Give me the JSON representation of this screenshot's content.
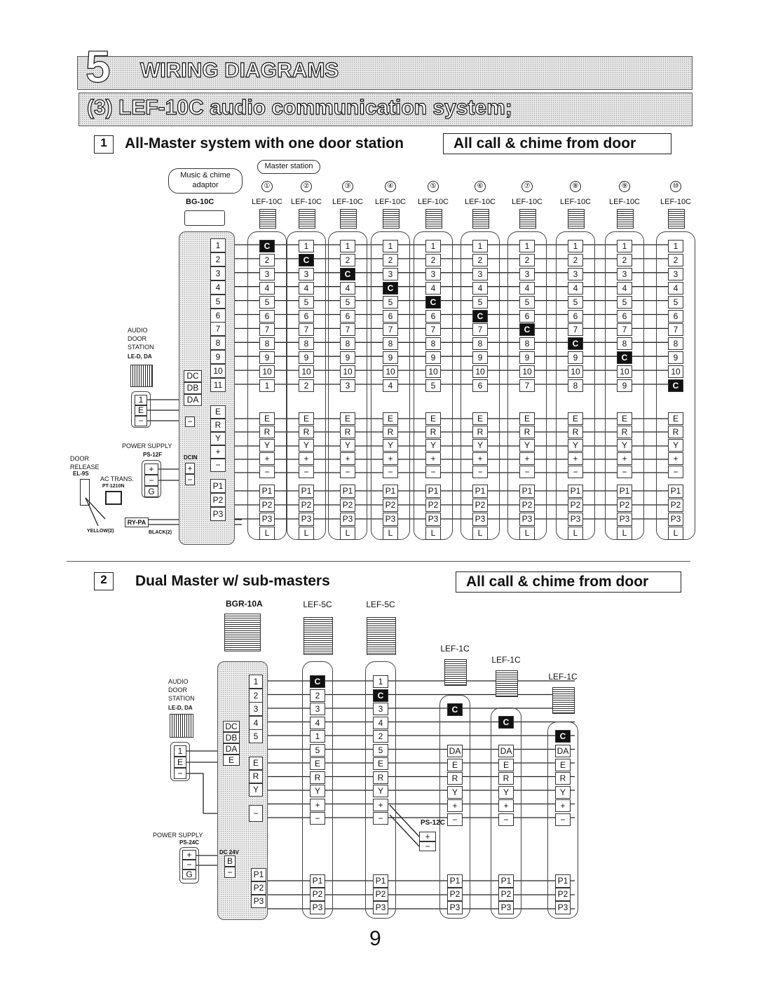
{
  "header": {
    "chapter_number": "5",
    "chapter_title": "WIRING DIAGRAMS",
    "subtitle": "(3) LEF-10C audio communication system;"
  },
  "section1": {
    "number": "1",
    "title": "All-Master system with one door station",
    "note": "All call & chime from door",
    "master_label": "Master station",
    "adaptor_label": "Music & chime adaptor",
    "adaptor_model": "BG-10C",
    "adaptor_terminals": [
      "1",
      "2",
      "3",
      "4",
      "5",
      "6",
      "7",
      "8",
      "9",
      "10",
      "11"
    ],
    "adaptor_door_terminals": [
      "DC",
      "DB",
      "DA"
    ],
    "adaptor_bus_terminals": [
      "E",
      "R",
      "Y",
      "+",
      "−"
    ],
    "adaptor_minus": "−",
    "adaptor_dcin_label": "DCIN",
    "adaptor_dcin_terminals": [
      "+",
      "−"
    ],
    "adaptor_p_terminals": [
      "P1",
      "P2",
      "P3"
    ],
    "door_station": {
      "label": "AUDIO DOOR STATION",
      "model": "LE-D, DA",
      "terminals": [
        "1",
        "E",
        "−"
      ]
    },
    "power_supply": {
      "label": "POWER SUPPLY",
      "model": "PS-12F",
      "terminals": [
        "+",
        "−",
        "G"
      ]
    },
    "door_release": {
      "label": "DOOR RELEASE",
      "model": "EL-9S"
    },
    "ac_trans": {
      "label": "AC TRANS.",
      "model": "PT-1210N"
    },
    "relay": {
      "label": "RY-PA",
      "wire1": "YELLOW(2)",
      "wire2": "BLACK(2)"
    },
    "stations": [
      {
        "num": "1",
        "model": "LEF-10C",
        "terms": [
          "C",
          "2",
          "3",
          "4",
          "5",
          "6",
          "7",
          "8",
          "9",
          "10",
          "1"
        ]
      },
      {
        "num": "2",
        "model": "LEF-10C",
        "terms": [
          "1",
          "C",
          "3",
          "4",
          "5",
          "6",
          "7",
          "8",
          "9",
          "10",
          "2"
        ]
      },
      {
        "num": "3",
        "model": "LEF-10C",
        "terms": [
          "1",
          "2",
          "C",
          "4",
          "5",
          "6",
          "7",
          "8",
          "9",
          "10",
          "3"
        ]
      },
      {
        "num": "4",
        "model": "LEF-10C",
        "terms": [
          "1",
          "2",
          "3",
          "C",
          "5",
          "6",
          "7",
          "8",
          "9",
          "10",
          "4"
        ]
      },
      {
        "num": "5",
        "model": "LEF-10C",
        "terms": [
          "1",
          "2",
          "3",
          "4",
          "C",
          "6",
          "7",
          "8",
          "9",
          "10",
          "5"
        ]
      },
      {
        "num": "6",
        "model": "LEF-10C",
        "terms": [
          "1",
          "2",
          "3",
          "4",
          "5",
          "C",
          "7",
          "8",
          "9",
          "10",
          "6"
        ]
      },
      {
        "num": "7",
        "model": "LEF-10C",
        "terms": [
          "1",
          "2",
          "3",
          "4",
          "5",
          "6",
          "C",
          "8",
          "9",
          "10",
          "7"
        ]
      },
      {
        "num": "8",
        "model": "LEF-10C",
        "terms": [
          "1",
          "2",
          "3",
          "4",
          "5",
          "6",
          "7",
          "C",
          "9",
          "10",
          "8"
        ]
      },
      {
        "num": "9",
        "model": "LEF-10C",
        "terms": [
          "1",
          "2",
          "3",
          "4",
          "5",
          "6",
          "7",
          "8",
          "C",
          "10",
          "9"
        ]
      },
      {
        "num": "10",
        "model": "LEF-10C",
        "terms": [
          "1",
          "2",
          "3",
          "4",
          "5",
          "6",
          "7",
          "8",
          "9",
          "10",
          "C"
        ]
      }
    ],
    "station_bus_terminals": [
      "E",
      "R",
      "Y",
      "+",
      "−"
    ],
    "station_p_terminals": [
      "P1",
      "P2",
      "P3",
      "L"
    ]
  },
  "section2": {
    "number": "2",
    "title": "Dual Master w/ sub-masters",
    "note": "All call & chime from door",
    "adaptor_model": "BGR-10A",
    "adaptor_terminals": [
      "1",
      "2",
      "3",
      "4",
      "5"
    ],
    "adaptor_door_terminals": [
      "DC",
      "DB",
      "DA",
      "E"
    ],
    "adaptor_bus_terminals": [
      "E",
      "R",
      "Y"
    ],
    "adaptor_minus": "−",
    "adaptor_dc_label": "DC 24V",
    "adaptor_dc_terminals": [
      "B",
      "−"
    ],
    "adaptor_p_terminals": [
      "P1",
      "P2",
      "P3"
    ],
    "door_station": {
      "label": "AUDIO DOOR STATION",
      "model": "LE-D, DA",
      "terminals": [
        "1",
        "E",
        "−"
      ]
    },
    "power_supply": {
      "label": "POWER SUPPLY",
      "model": "PS-24C",
      "terminals": [
        "+",
        "−",
        "G"
      ]
    },
    "sub_power": {
      "model": "PS-12C",
      "terminals": [
        "+",
        "−"
      ]
    },
    "masters": [
      {
        "model": "LEF-5C",
        "terms": [
          "C",
          "2",
          "3",
          "4",
          "1",
          "5",
          "E",
          "R",
          "Y",
          "+",
          "−"
        ]
      },
      {
        "model": "LEF-5C",
        "terms": [
          "1",
          "C",
          "3",
          "4",
          "2",
          "5",
          "E",
          "R",
          "Y",
          "+",
          "−"
        ]
      }
    ],
    "subs": [
      {
        "model": "LEF-1C",
        "terms": [
          "C",
          "DA",
          "E",
          "R",
          "Y",
          "+",
          "−"
        ]
      },
      {
        "model": "LEF-1C",
        "terms": [
          "C",
          "DA",
          "E",
          "R",
          "Y",
          "+",
          "−"
        ]
      },
      {
        "model": "LEF-1C",
        "terms": [
          "C",
          "DA",
          "E",
          "R",
          "Y",
          "+",
          "−"
        ]
      }
    ],
    "p_terminals": [
      "P1",
      "P2",
      "P3"
    ]
  },
  "page_number": "9"
}
